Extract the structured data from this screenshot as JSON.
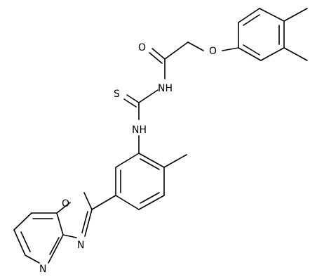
{
  "molecule": {
    "atoms": {
      "O_carbonyl": "O",
      "O_ether": "O",
      "S_thio": "S",
      "N_imide": "NH",
      "N_thioamide": "NH",
      "O_oxazole": "O",
      "N_oxazole": "N",
      "N_pyridine": "N"
    }
  }
}
